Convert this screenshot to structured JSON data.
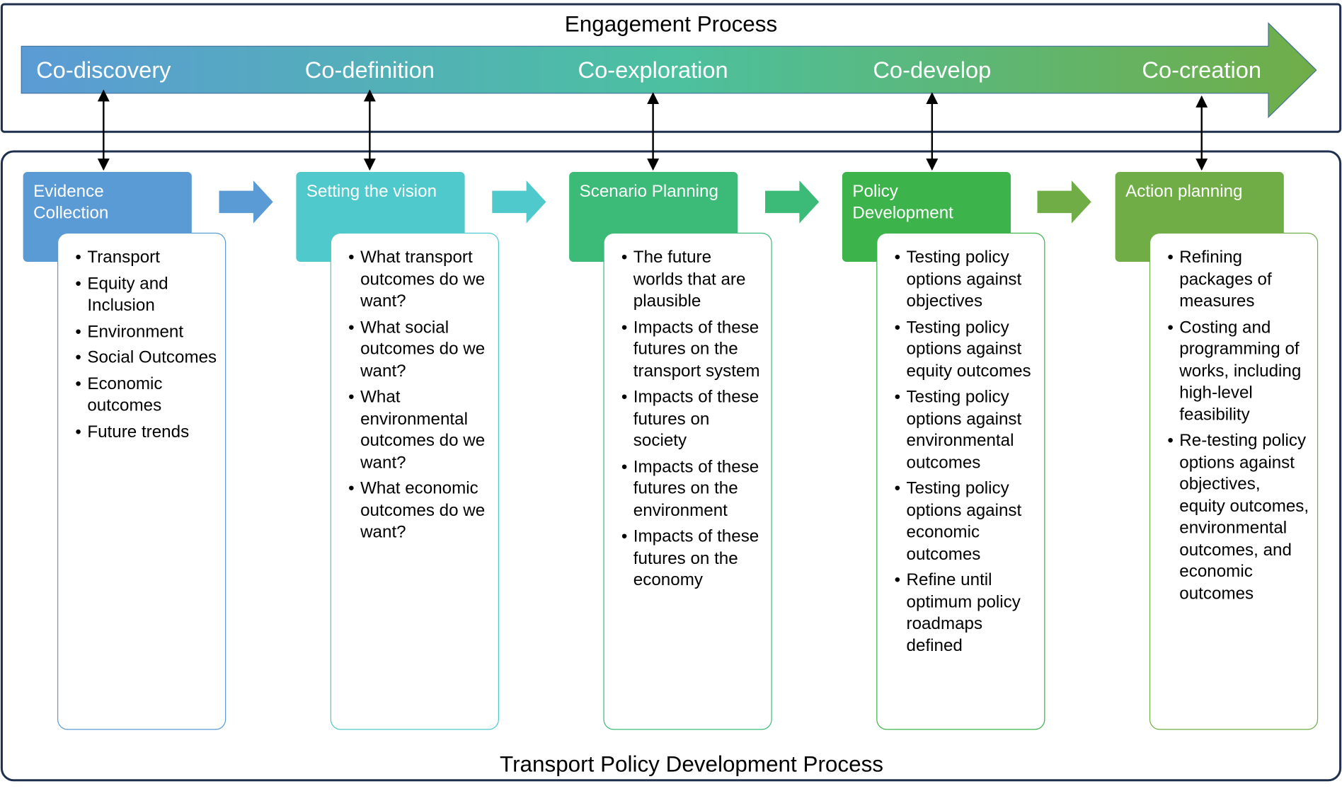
{
  "engagement": {
    "title": "Engagement Process",
    "phases": [
      "Co-discovery",
      "Co-definition",
      "Co-exploration",
      "Co-develop",
      "Co-creation"
    ]
  },
  "policy": {
    "title": "Transport Policy Development Process"
  },
  "stages": [
    {
      "title": "Evidence Collection",
      "color": "#5b9bd5",
      "border": "#5b9bd5",
      "items": [
        "Transport",
        "Equity and Inclusion",
        "Environment",
        "Social Outcomes",
        "Economic outcomes",
        "Future trends"
      ]
    },
    {
      "title": "Setting the vision",
      "color": "#4fc9cc",
      "border": "#4fc9cc",
      "items": [
        "What transport outcomes do we want?",
        "What social outcomes do we want?",
        "What environmental outcomes do we want?",
        "What economic outcomes do we want?"
      ]
    },
    {
      "title": "Scenario Planning",
      "color": "#3cbb78",
      "border": "#3cbb78",
      "items": [
        "The future worlds that are plausible",
        "Impacts of these futures on the transport system",
        "Impacts of these futures on society",
        "Impacts of these futures on the environment",
        "Impacts of these futures on the economy"
      ]
    },
    {
      "title": "Policy Development",
      "color": "#3cb44b",
      "border": "#3cb44b",
      "items": [
        "Testing policy options against objectives",
        "Testing policy options against equity outcomes",
        "Testing policy options against environmental outcomes",
        "Testing policy options against economic outcomes",
        "Refine until optimum policy roadmaps defined"
      ]
    },
    {
      "title": "Action planning",
      "color": "#70ad47",
      "border": "#70ad47",
      "items": [
        "Refining packages of measures",
        "Costing and programming of works, including high-level feasibility",
        "Re-testing policy options against objectives, equity outcomes, environmental outcomes, and economic outcomes"
      ]
    }
  ],
  "colors": {
    "frame_border": "#1f2f4e",
    "gradient_start": "#5b9bd5",
    "gradient_mid": "#4fc0b8",
    "gradient_end": "#70ad47",
    "phase_text": "#ffffff",
    "chevron_arrows": [
      "#5b9bd5",
      "#4fc9cc",
      "#3cbb78",
      "#70ad47"
    ]
  }
}
